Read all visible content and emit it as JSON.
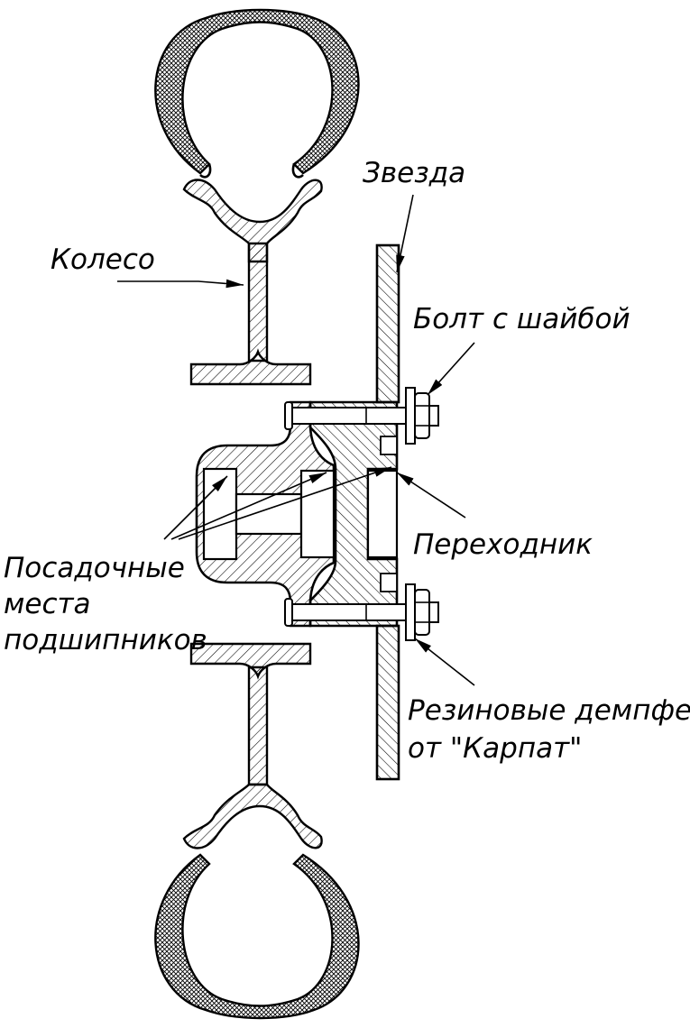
{
  "diagram": {
    "labels": {
      "sprocket": "Звезда",
      "wheel": "Колесо",
      "bolt": "Болт с шайбой",
      "adapter": "Переходник",
      "bearing_seats": [
        "Посадочные",
        "места",
        "подшипников"
      ],
      "rubber_dampers": [
        "Резиновые демпфера",
        "от \"Карпат\""
      ]
    },
    "colors": {
      "line": "#000000",
      "hatch": "#000000",
      "background": "#ffffff"
    }
  }
}
